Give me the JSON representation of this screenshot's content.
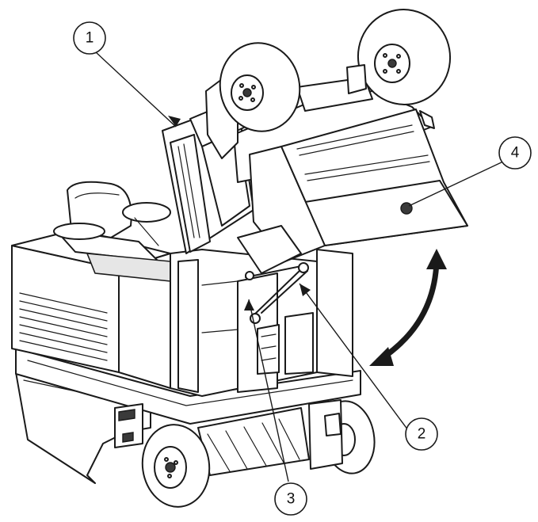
{
  "callouts": [
    {
      "label": "1"
    },
    {
      "label": "2"
    },
    {
      "label": "3"
    },
    {
      "label": "4"
    }
  ],
  "icons": {
    "rotation_arrow": "curved-double-arrow-icon",
    "marker_dot": "filled-dot-icon"
  },
  "colors": {
    "line": "#1a1a1a",
    "fill": "#ffffff",
    "shade": "#e6e6e6"
  }
}
